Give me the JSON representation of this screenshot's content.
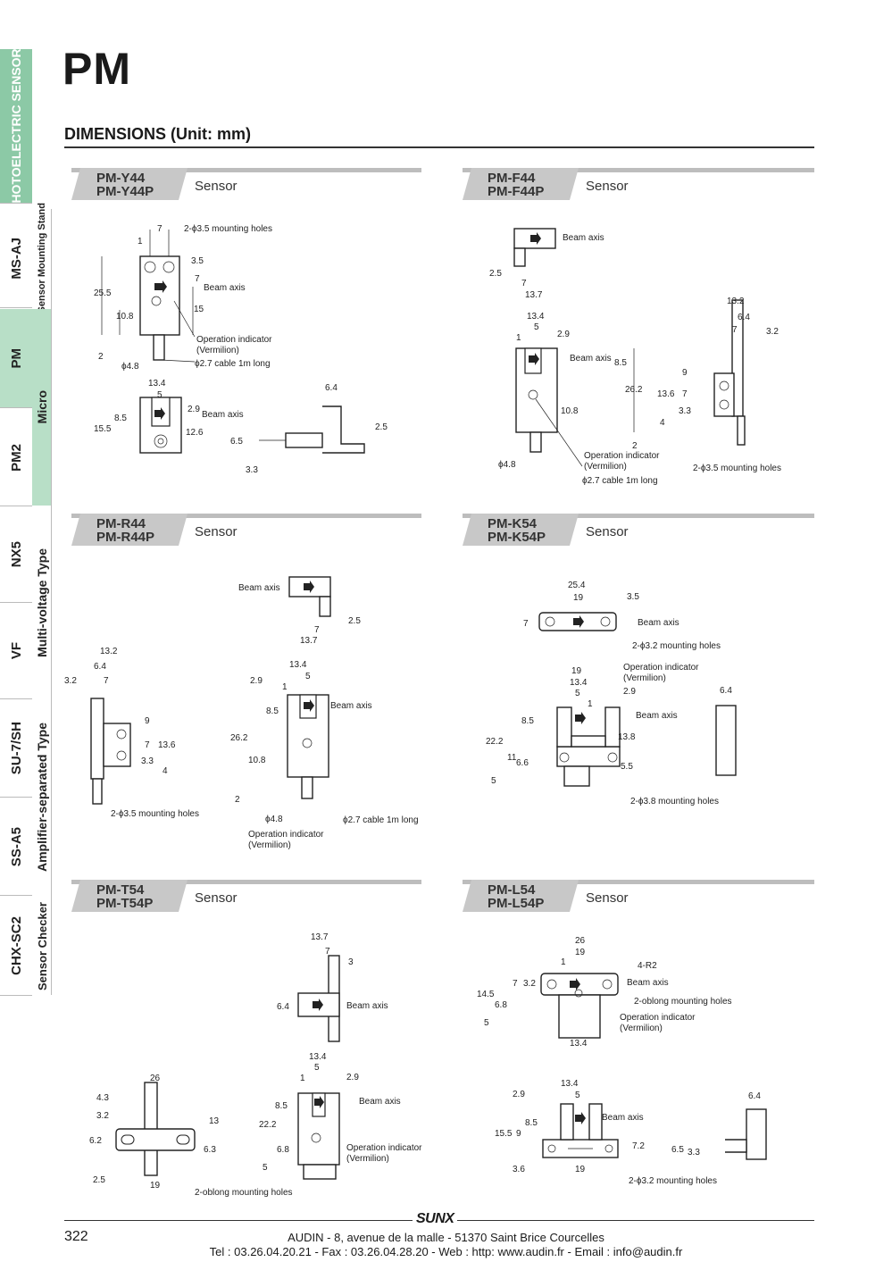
{
  "sidebar": {
    "tabs": [
      "PHOTOELECTRIC SENSORS",
      "MS-AJ",
      "PM",
      "PM2",
      "NX5",
      "VF",
      "SU-7/SH",
      "SS-A5",
      "CHX-SC2"
    ],
    "groups": [
      "Sensor Mounting Stand",
      "Micro",
      "Multi-voltage Type",
      "Amplifier-separated Type",
      "Sensor Checker"
    ]
  },
  "header": {
    "title": "PM",
    "section": "DIMENSIONS (Unit: mm)"
  },
  "panels": [
    {
      "model1": "PM-Y44",
      "model2": "PM-Y44P",
      "kind": "Sensor",
      "labels": {
        "holes": "2-ϕ3.5 mounting holes",
        "beam": "Beam axis",
        "op1": "Operation indicator",
        "op2": "(Vermilion)",
        "cable": "ϕ2.7 cable 1m long",
        "dia": "ϕ4.8"
      }
    },
    {
      "model1": "PM-F44",
      "model2": "PM-F44P",
      "kind": "Sensor",
      "labels": {
        "beam": "Beam axis",
        "op1": "Operation indicator",
        "op2": "(Vermilion)",
        "cable": "ϕ2.7 cable 1m long",
        "dia": "ϕ4.8",
        "holes": "2-ϕ3.5 mounting holes"
      }
    },
    {
      "model1": "PM-R44",
      "model2": "PM-R44P",
      "kind": "Sensor",
      "labels": {
        "beam": "Beam axis",
        "holes": "2-ϕ3.5 mounting holes",
        "dia": "ϕ4.8",
        "cable": "ϕ2.7 cable 1m long",
        "op1": "Operation indicator",
        "op2": "(Vermilion)"
      }
    },
    {
      "model1": "PM-K54",
      "model2": "PM-K54P",
      "kind": "Sensor",
      "labels": {
        "beam": "Beam axis",
        "holes": "2-ϕ3.2 mounting holes",
        "op1": "Operation indicator",
        "op2": "(Vermilion)",
        "holes2": "2-ϕ3.8 mounting holes"
      }
    },
    {
      "model1": "PM-T54",
      "model2": "PM-T54P",
      "kind": "Sensor",
      "labels": {
        "beam": "Beam axis",
        "oblong": "2-oblong mounting holes",
        "op1": "Operation indicator",
        "op2": "(Vermilion)"
      }
    },
    {
      "model1": "PM-L54",
      "model2": "PM-L54P",
      "kind": "Sensor",
      "labels": {
        "r": "4-R2",
        "beam": "Beam axis",
        "oblong": "2-oblong mounting holes",
        "op1": "Operation indicator",
        "op2": "(Vermilion)",
        "holes": "2-ϕ3.2 mounting holes"
      }
    }
  ],
  "footer": {
    "logo": "SUNX",
    "page": "322",
    "address": "AUDIN - 8, avenue de la malle - 51370 Saint Brice Courcelles",
    "contact": "Tel : 03.26.04.20.21 - Fax : 03.26.04.28.20 - Web : http: www.audin.fr - Email : info@audin.fr"
  }
}
